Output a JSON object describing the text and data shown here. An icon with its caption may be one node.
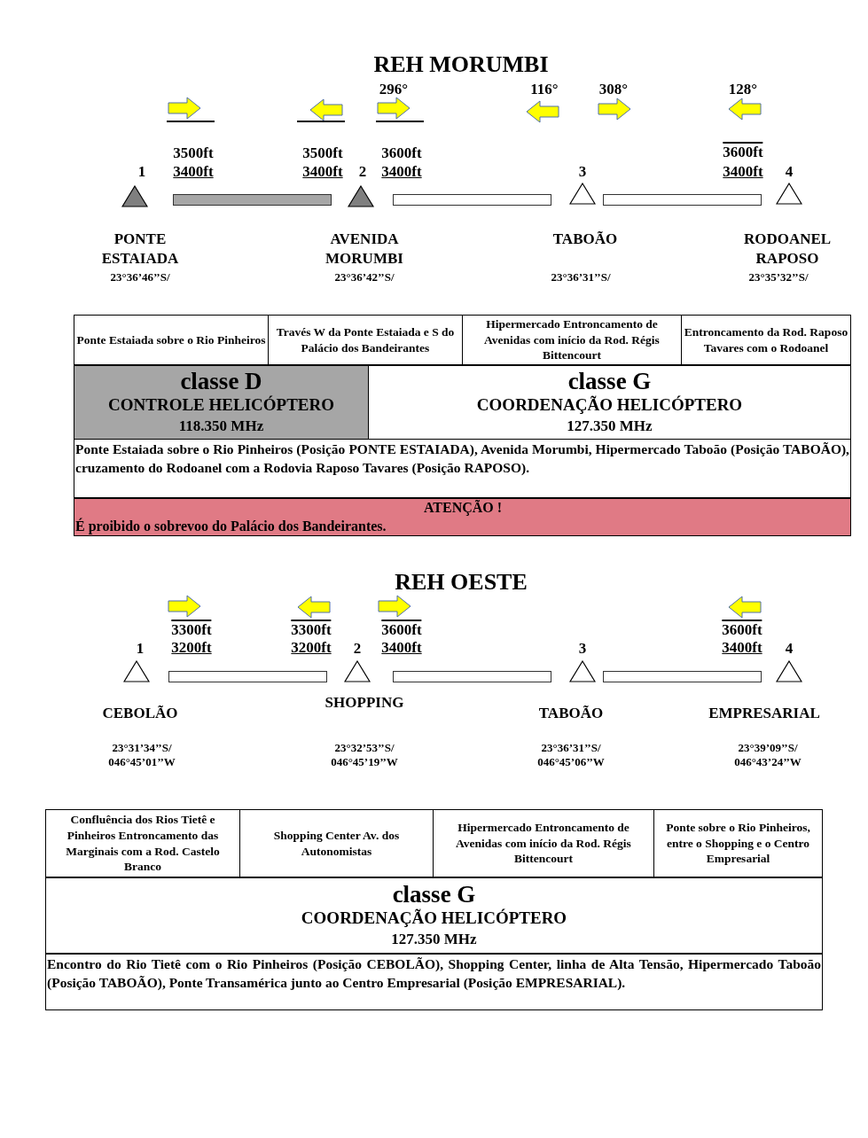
{
  "diagram": {
    "nodes": [
      {
        "text": [],
        "shape": "triangle",
        "beside": [
          "1",
          "PONTE ESTAIADA",
          "23°36’46’’S/"
        ]
      },
      {
        "text": [],
        "shape": "bar"
      },
      {
        "text": [],
        "shape": "triangle",
        "beside": [
          "2",
          "AVENIDA MORUMBI",
          "23°36’42’’S/"
        ]
      },
      {
        "text": [],
        "shape": "bar"
      },
      {
        "text": [],
        "shape": "triangle",
        "beside": [
          "3",
          "TABOÃO",
          "23°36’31’’S/"
        ]
      },
      {
        "text": [],
        "shape": "bar"
      },
      {
        "text": [],
        "shape": "triangle",
        "beside": [
          "4",
          "RODOANEL RAPOSO",
          "23°35’32’’S/"
        ]
      },
      {
        "text": [
          "classe D",
          "CONTROLE HELICÓPTERO",
          "118.350 MHz"
        ]
      },
      {
        "text": [
          "classe G",
          "COORDENAÇÃO HELICÓPTERO",
          "127.350 MHz"
        ]
      },
      {
        "text": [
          "ATENÇÃO !",
          "É proibido o sobrevoo do Palácio dos Bandeirantes."
        ]
      },
      {
        "text": [],
        "shape": "triangle",
        "beside": [
          "1",
          "CEBOLÃO",
          "23°31’34’’S/ 046°45’01’’W"
        ]
      },
      {
        "text": [],
        "shape": "bar"
      },
      {
        "text": [],
        "shape": "triangle",
        "beside": [
          "2",
          "SHOPPING",
          "23°32’53’’S/ 046°45’19’’W"
        ]
      },
      {
        "text": [],
        "shape": "bar"
      },
      {
        "text": [],
        "shape": "triangle",
        "beside": [
          "3",
          "TABOÃO",
          "23°36’31’’S/ 046°45’06’’W"
        ]
      },
      {
        "text": [],
        "shape": "bar"
      },
      {
        "text": [],
        "shape": "triangle",
        "beside": [
          "4",
          "EMPRESARIAL",
          "23°39’09’’S/ 046°43’24’’W"
        ]
      },
      {
        "text": [
          "classe G",
          "COORDENAÇÃO HELICÓPTERO",
          "127.350 MHz"
        ]
      }
    ],
    "labels": [
      "REH MORUMBI",
      "296°",
      "116°",
      "308°",
      "128°",
      "3500ft",
      "3400ft",
      "3500ft",
      "3400ft",
      "3600ft",
      "3400ft",
      "3600ft",
      "3400ft",
      "Ponte Estaiada sobre o Rio Pinheiros",
      "Través W da Ponte Estaiada e S do Palácio dos Bandeirantes",
      "Hipermercado Entroncamento de Avenidas com início da Rod. Régis Bittencourt",
      "Entroncamento da Rod. Raposo Tavares com o Rodoanel",
      "Ponte Estaiada sobre o Rio Pinheiros (Posição PONTE ESTAIADA), Avenida Morumbi, Hipermercado Taboão (Posição TABOÃO), cruzamento do Rodoanel com a Rodovia Raposo Tavares (Posição RAPOSO).",
      "REH OESTE",
      "3300ft",
      "3200ft",
      "3300ft",
      "3200ft",
      "3600ft",
      "3400ft",
      "3600ft",
      "3400ft",
      "Confluência dos Rios Tietê e Pinheiros Entroncamento das Marginais com a Rod. Castelo Branco",
      "Shopping Center Av. dos Autonomistas",
      "Hipermercado Entroncamento de Avenidas com início da Rod. Régis Bittencourt",
      "Ponte sobre o Rio Pinheiros, entre o Shopping e o Centro Empresarial",
      "Encontro do Rio Tietê com o Rio Pinheiros (Posição CEBOLÃO), Shopping Center, linha de Alta Tensão, Hipermercado Taboão (Posição TABOÃO), Ponte Transamérica junto ao Centro Empresarial (Posição EMPRESARIAL)."
    ]
  }
}
